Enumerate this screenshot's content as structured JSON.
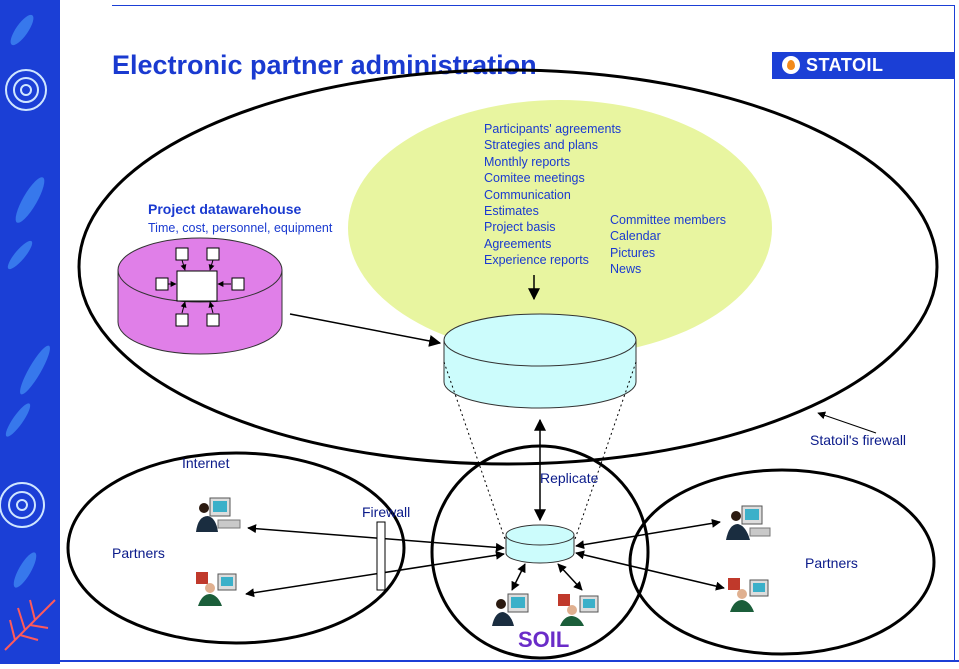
{
  "title": "Electronic partner administration",
  "logo": {
    "text": "STATOIL"
  },
  "warehouse": {
    "title": "Project datawarehouse",
    "subtitle": "Time, cost, personnel, equipment"
  },
  "main_list": [
    "Participants' agreements",
    "Strategies and plans",
    "Monthly reports",
    "Comitee meetings",
    "Communication",
    "Estimates",
    "Project basis",
    "Agreements",
    "Experience reports"
  ],
  "side_list": [
    "Committee members",
    "Calendar",
    "Pictures",
    "News"
  ],
  "labels": {
    "firewall_statoil": "Statoil's firewall",
    "internet": "Internet",
    "replicate": "Replicate",
    "firewall": "Firewall",
    "partners_left": "Partners",
    "partners_right": "Partners",
    "soil": "SOIL"
  },
  "colors": {
    "brand_blue": "#1b3fd6",
    "text_blue": "#1a3ad0",
    "green_blob": "#e8f5a0",
    "magenta_db": "#e07fe8",
    "cyan_db": "#ccfcfc",
    "soil": "#6a2cc8"
  }
}
